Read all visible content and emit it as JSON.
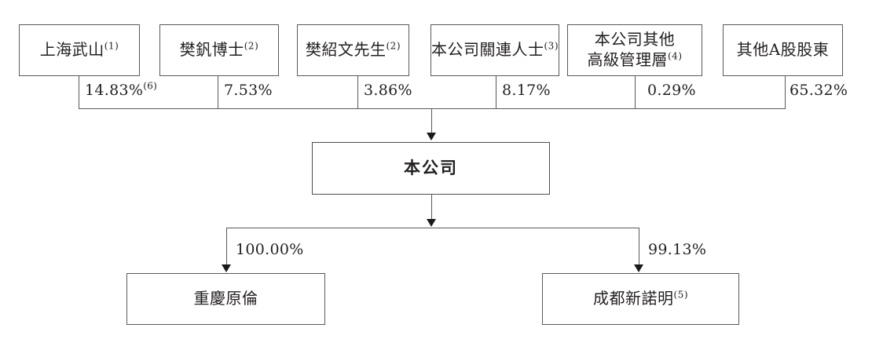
{
  "diagram": {
    "title": "Shareholding and corporate structure chart",
    "type": "org-chart",
    "line_color": "#595959",
    "text_color": "#231f20",
    "background": "#ffffff"
  },
  "shareholders": [
    {
      "name": "上海武山",
      "note": "(1)",
      "percent": "14.83%",
      "percent_note": "(6)"
    },
    {
      "name": "樊釩博士",
      "note": "(2)",
      "percent": "7.53%",
      "percent_note": ""
    },
    {
      "name": "樊紹文先生",
      "note": "(2)",
      "percent": "3.86%",
      "percent_note": ""
    },
    {
      "name": "本公司關連人士",
      "note": "(3)",
      "percent": "8.17%",
      "percent_note": ""
    },
    {
      "name": "本公司其他\n高級管理層",
      "note": "(4)",
      "percent": "0.29%",
      "percent_note": ""
    },
    {
      "name": "其他A股股東",
      "note": "",
      "percent": "65.32%",
      "percent_note": ""
    }
  ],
  "company": {
    "name": "本公司",
    "note": ""
  },
  "subsidiaries": [
    {
      "name": "重慶原倫",
      "note": "",
      "percent": "100.00%"
    },
    {
      "name": "成都新諾明",
      "note": "(5)",
      "percent": "99.13%"
    }
  ]
}
